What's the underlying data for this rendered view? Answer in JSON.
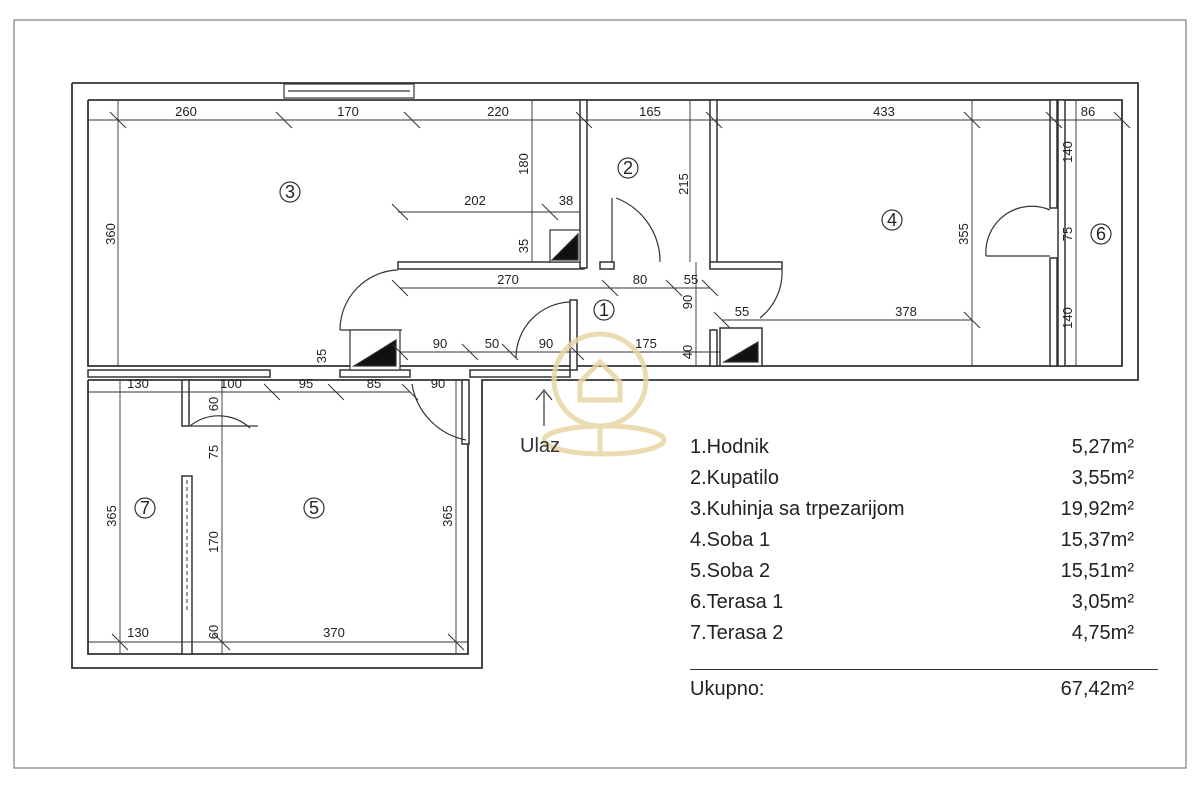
{
  "plan": {
    "entrance_label": "Ulaz",
    "room_numbers": [
      "1",
      "2",
      "3",
      "4",
      "5",
      "6",
      "7"
    ],
    "dimensions": {
      "top_260": "260",
      "top_170": "170",
      "top_220": "220",
      "top_165": "165",
      "top_433": "433",
      "top_86": "86",
      "left_360": "360",
      "v_180": "180",
      "h_202": "202",
      "h_38": "38",
      "v_35a": "35",
      "v_215": "215",
      "h_270": "270",
      "h_80": "80",
      "h_55a": "55",
      "v_90": "90",
      "v_355": "355",
      "v_140a": "140",
      "v_75a": "75",
      "v_140b": "140",
      "h_55b": "55",
      "h_378": "378",
      "v_35b": "35",
      "h_90a": "90",
      "h_50": "50",
      "h_90b": "90",
      "h_175": "175",
      "v_40": "40",
      "h_130a": "130",
      "h_100": "100",
      "h_95": "95",
      "h_85": "85",
      "h_90c": "90",
      "v_60a": "60",
      "v_75b": "75",
      "left_365": "365",
      "v_170": "170",
      "right_365": "365",
      "v_60b": "60",
      "bot_130": "130",
      "bot_370": "370"
    }
  },
  "legend": {
    "rooms": [
      {
        "name": "1.Hodnik",
        "area": "5,27m²"
      },
      {
        "name": "2.Kupatilo",
        "area": "3,55m²"
      },
      {
        "name": "3.Kuhinja sa trpezarijom",
        "area": "19,92m²"
      },
      {
        "name": "4.Soba 1",
        "area": "15,37m²"
      },
      {
        "name": "5.Soba 2",
        "area": "15,51m²"
      },
      {
        "name": "6.Terasa 1",
        "area": "3,05m²"
      },
      {
        "name": "7.Terasa 2",
        "area": "4,75m²"
      }
    ],
    "total_label": "Ukupno:",
    "total_value": "67,42m²"
  },
  "colors": {
    "line": "#333333",
    "watermark": "#e8d5a3"
  }
}
